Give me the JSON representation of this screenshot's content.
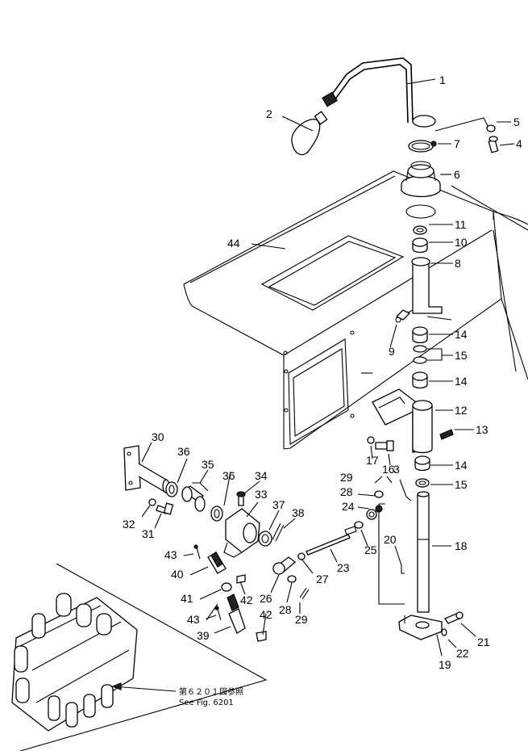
{
  "callouts": [
    {
      "id": "c1",
      "text": "1"
    },
    {
      "id": "c2",
      "text": "2"
    },
    {
      "id": "c3",
      "text": "3"
    },
    {
      "id": "c4",
      "text": "4"
    },
    {
      "id": "c5",
      "text": "5"
    },
    {
      "id": "c6",
      "text": "6"
    },
    {
      "id": "c7",
      "text": "7"
    },
    {
      "id": "c8",
      "text": "8"
    },
    {
      "id": "c9",
      "text": "9"
    },
    {
      "id": "c10",
      "text": "10"
    },
    {
      "id": "c11",
      "text": "11"
    },
    {
      "id": "c12",
      "text": "12"
    },
    {
      "id": "c13",
      "text": "13"
    },
    {
      "id": "c14a",
      "text": "14"
    },
    {
      "id": "c14b",
      "text": "14"
    },
    {
      "id": "c14c",
      "text": "14"
    },
    {
      "id": "c15a",
      "text": "15"
    },
    {
      "id": "c15b",
      "text": "15"
    },
    {
      "id": "c16",
      "text": "16"
    },
    {
      "id": "c17",
      "text": "17"
    },
    {
      "id": "c18",
      "text": "18"
    },
    {
      "id": "c19",
      "text": "19"
    },
    {
      "id": "c20",
      "text": "20"
    },
    {
      "id": "c21",
      "text": "21"
    },
    {
      "id": "c22",
      "text": "22"
    },
    {
      "id": "c23",
      "text": "23"
    },
    {
      "id": "c24",
      "text": "24"
    },
    {
      "id": "c25",
      "text": "25"
    },
    {
      "id": "c26",
      "text": "26"
    },
    {
      "id": "c27",
      "text": "27"
    },
    {
      "id": "c28a",
      "text": "28"
    },
    {
      "id": "c28b",
      "text": "28"
    },
    {
      "id": "c29a",
      "text": "29"
    },
    {
      "id": "c29b",
      "text": "29"
    },
    {
      "id": "c30",
      "text": "30"
    },
    {
      "id": "c31",
      "text": "31"
    },
    {
      "id": "c32",
      "text": "32"
    },
    {
      "id": "c33",
      "text": "33"
    },
    {
      "id": "c34",
      "text": "34"
    },
    {
      "id": "c35",
      "text": "35"
    },
    {
      "id": "c36a",
      "text": "36"
    },
    {
      "id": "c36b",
      "text": "36"
    },
    {
      "id": "c37",
      "text": "37"
    },
    {
      "id": "c38",
      "text": "38"
    },
    {
      "id": "c39",
      "text": "39"
    },
    {
      "id": "c40",
      "text": "40"
    },
    {
      "id": "c41",
      "text": "41"
    },
    {
      "id": "c42a",
      "text": "42"
    },
    {
      "id": "c42b",
      "text": "42"
    },
    {
      "id": "c43a",
      "text": "43"
    },
    {
      "id": "c43b",
      "text": "43"
    },
    {
      "id": "c44",
      "text": "44"
    }
  ],
  "reference_note": {
    "japanese": "第６２０１図参照",
    "english": "See Fig. 6201"
  }
}
